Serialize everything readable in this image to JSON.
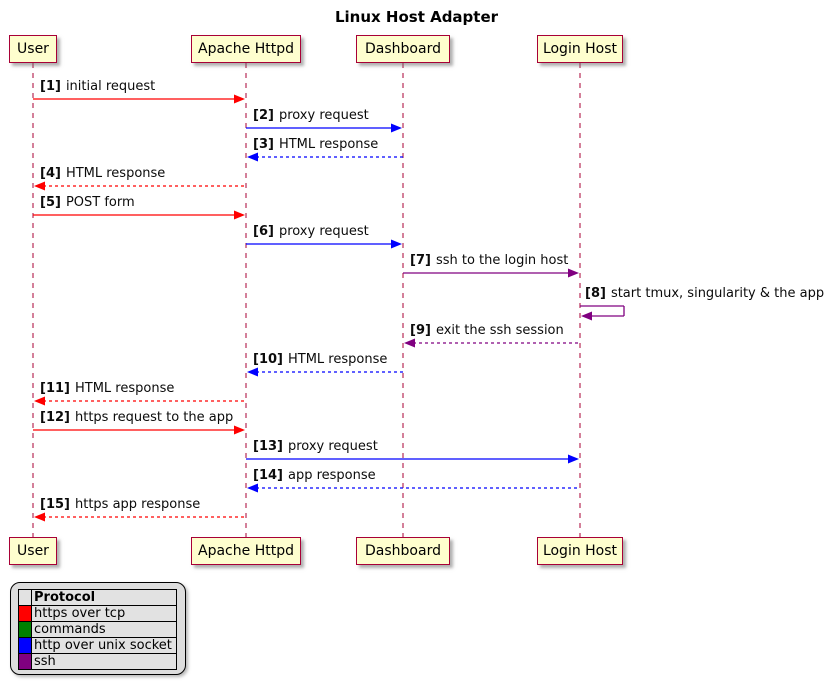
{
  "title": "Linux Host Adapter",
  "participants": [
    {
      "id": "user",
      "label": "User"
    },
    {
      "id": "apache",
      "label": "Apache Httpd"
    },
    {
      "id": "dashboard",
      "label": "Dashboard"
    },
    {
      "id": "login",
      "label": "Login Host"
    }
  ],
  "messages": [
    {
      "num": "[1]",
      "text": "initial request",
      "from": "user",
      "to": "apache",
      "line": "solid",
      "color": "red"
    },
    {
      "num": "[2]",
      "text": "proxy request",
      "from": "apache",
      "to": "dashboard",
      "line": "solid",
      "color": "blue"
    },
    {
      "num": "[3]",
      "text": "HTML response",
      "from": "dashboard",
      "to": "apache",
      "line": "dotted",
      "color": "blue"
    },
    {
      "num": "[4]",
      "text": "HTML response",
      "from": "apache",
      "to": "user",
      "line": "dotted",
      "color": "red"
    },
    {
      "num": "[5]",
      "text": "POST form",
      "from": "user",
      "to": "apache",
      "line": "solid",
      "color": "red"
    },
    {
      "num": "[6]",
      "text": "proxy request",
      "from": "apache",
      "to": "dashboard",
      "line": "solid",
      "color": "blue"
    },
    {
      "num": "[7]",
      "text": "ssh to the login host",
      "from": "dashboard",
      "to": "login",
      "line": "solid",
      "color": "purple"
    },
    {
      "num": "[8]",
      "text": "start tmux, singularity & the app",
      "from": "login",
      "to": "login",
      "line": "solid",
      "color": "purple",
      "self": true
    },
    {
      "num": "[9]",
      "text": "exit the ssh session",
      "from": "login",
      "to": "dashboard",
      "line": "dotted",
      "color": "purple"
    },
    {
      "num": "[10]",
      "text": "HTML response",
      "from": "dashboard",
      "to": "apache",
      "line": "dotted",
      "color": "blue"
    },
    {
      "num": "[11]",
      "text": "HTML response",
      "from": "apache",
      "to": "user",
      "line": "dotted",
      "color": "red"
    },
    {
      "num": "[12]",
      "text": "https request to the app",
      "from": "user",
      "to": "apache",
      "line": "solid",
      "color": "red"
    },
    {
      "num": "[13]",
      "text": "proxy request",
      "from": "apache",
      "to": "login",
      "line": "solid",
      "color": "blue"
    },
    {
      "num": "[14]",
      "text": "app response",
      "from": "login",
      "to": "apache",
      "line": "dotted",
      "color": "blue"
    },
    {
      "num": "[15]",
      "text": "https app response",
      "from": "apache",
      "to": "user",
      "line": "dotted",
      "color": "red"
    }
  ],
  "legend": {
    "header": "Protocol",
    "rows": [
      {
        "label": "https over tcp",
        "color": "#FF0000"
      },
      {
        "label": "commands",
        "color": "#008000"
      },
      {
        "label": "http over unix socket",
        "color": "#0000FF"
      },
      {
        "label": "ssh",
        "color": "#800080"
      }
    ]
  },
  "colors": {
    "red": "#FF0000",
    "blue": "#0000FF",
    "purple": "#800080",
    "lifeline": "#A80036",
    "participant_fill": "#FEFECE",
    "participant_border": "#A80036",
    "legend_bg": "#DDDDDD"
  }
}
